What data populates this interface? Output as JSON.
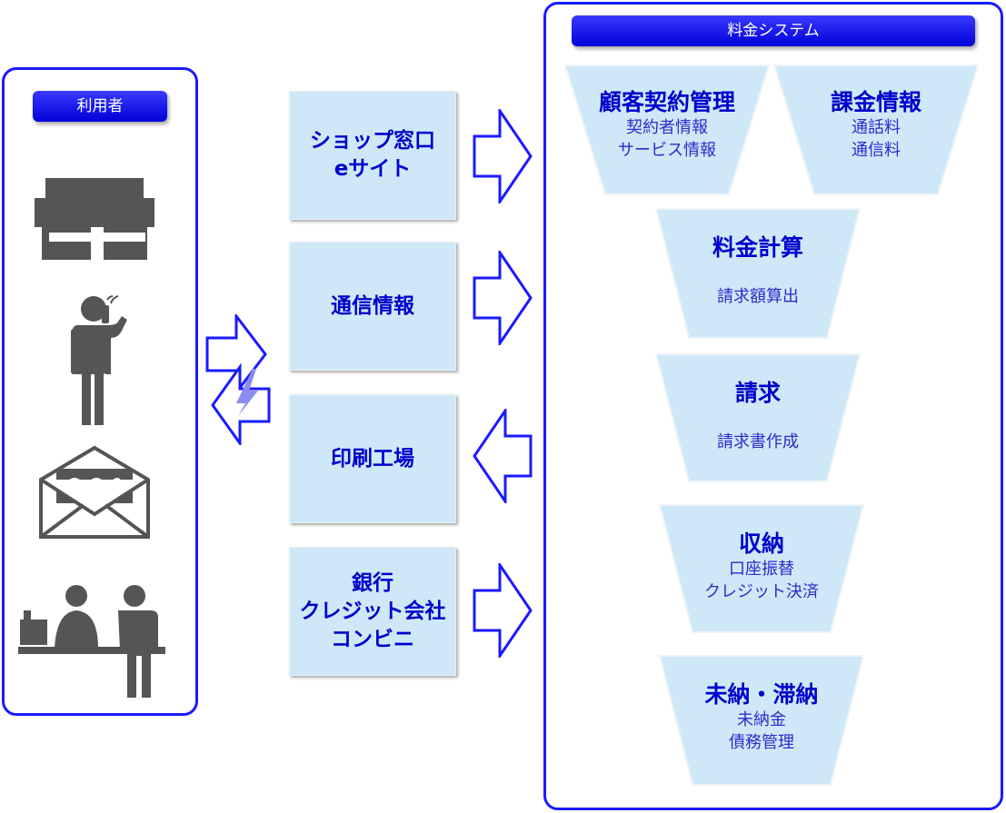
{
  "user_panel": {
    "title": "利用者"
  },
  "channels": [
    {
      "lines": [
        "ショップ窓口",
        "eサイト"
      ]
    },
    {
      "lines": [
        "通信情報"
      ]
    },
    {
      "lines": [
        "印刷工場"
      ]
    },
    {
      "lines": [
        "銀行",
        "クレジット会社",
        "コンビニ"
      ]
    }
  ],
  "billing_system": {
    "title": "料金システム",
    "modules": [
      {
        "title": "顧客契約管理",
        "items": [
          "契約者情報",
          "サービス情報"
        ]
      },
      {
        "title": "課金情報",
        "items": [
          "通話料",
          "通信料"
        ]
      },
      {
        "title": "料金計算",
        "items": [
          "請求額算出"
        ]
      },
      {
        "title": "請求",
        "items": [
          "請求書作成"
        ]
      },
      {
        "title": "収納",
        "items": [
          "口座振替",
          "クレジット決済"
        ]
      },
      {
        "title": "未納・滞納",
        "items": [
          "未納金",
          "債務管理"
        ]
      }
    ]
  },
  "colors": {
    "accent": "#1a1aff",
    "box_fill": "#cfe8f8",
    "icon": "#555555"
  },
  "icons": [
    "shop-icon",
    "phone-user-icon",
    "mail-icon",
    "counter-icon"
  ]
}
